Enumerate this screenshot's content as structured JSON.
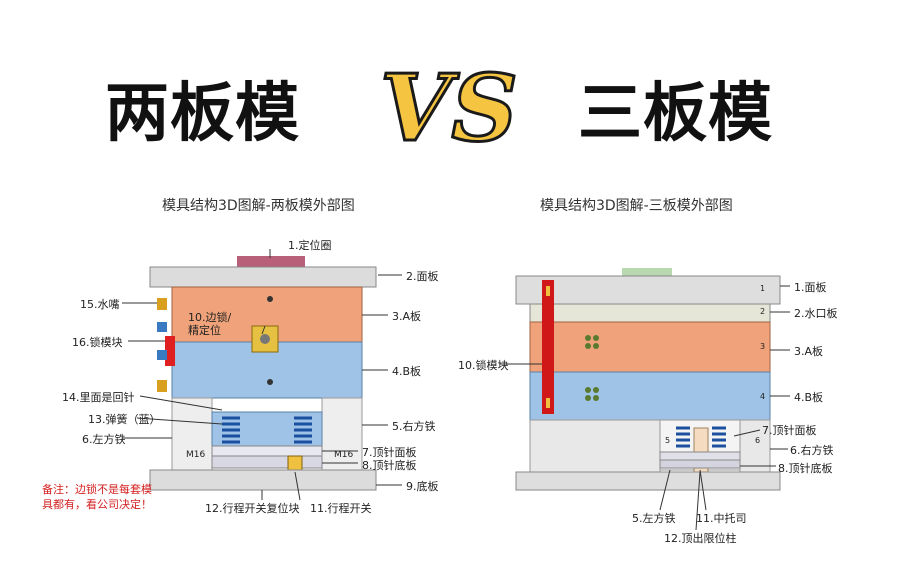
{
  "header": {
    "left_title": "两板模",
    "vs": "VS",
    "right_title": "三板模"
  },
  "left_panel": {
    "title": "模具结构3D图解-两板模外部图",
    "labels": {
      "l1": "1.定位圈",
      "l2": "2.面板",
      "l3": "3.A板",
      "l4": "4.B板",
      "l5": "5.右方铁",
      "l6": "6.左方铁",
      "l7": "7.顶针面板",
      "l8": "8.顶针底板",
      "l9": "9.底板",
      "l10a": "10.边锁/",
      "l10b": "精定位",
      "l11": "11.行程开关",
      "l12": "12.行程开关复位块",
      "l13": "13.弹簧（蓝）",
      "l14": "14.里面是回针",
      "l15": "15.水嘴",
      "l16": "16.锁模块"
    },
    "plate_marks": {
      "m16_left": "M16",
      "m16_right": "M16"
    },
    "note": "备注：边锁不是每套模具都有，看公司决定！"
  },
  "right_panel": {
    "title": "模具结构3D图解-三板模外部图",
    "labels": {
      "r1": "1.面板",
      "r2": "2.水口板",
      "r3": "3.A板",
      "r4": "4.B板",
      "r5": "5.左方铁",
      "r6": "6.右方铁",
      "r7": "7.顶针面板",
      "r8": "8.顶针底板",
      "r10": "10.锁模块",
      "r11": "11.中托司",
      "r12": "12.顶出限位柱"
    },
    "plate_marks": {
      "n1": "1",
      "n2": "2",
      "n3": "3",
      "n4": "4",
      "n5": "5",
      "n6": "6"
    }
  },
  "colors": {
    "a_plate": "#f0a37a",
    "b_plate": "#9ec3e6",
    "gray_plate": "#dedede",
    "vs_fill": "#f5c542",
    "red_block": "#e02020"
  }
}
